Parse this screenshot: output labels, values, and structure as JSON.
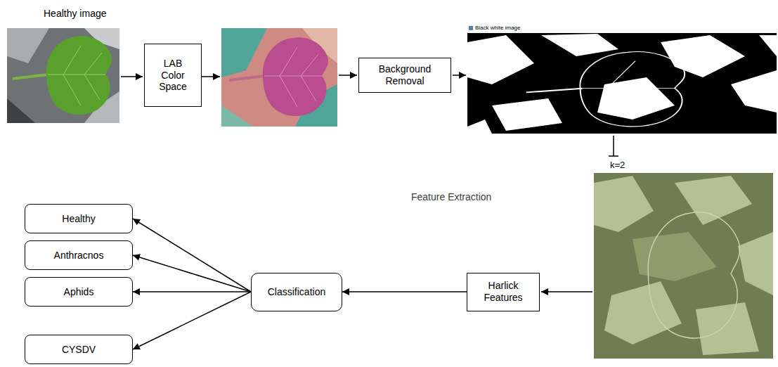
{
  "diagram": {
    "nodes": [
      {
        "text": [
          "LAB Color Space"
        ]
      },
      {
        "text": [
          "Background Removal"
        ]
      },
      {
        "text": [
          "Harlick Features"
        ]
      },
      {
        "text": [
          "Classification"
        ]
      },
      {
        "text": [
          "Healthy"
        ]
      },
      {
        "text": [
          "Anthracnos"
        ]
      },
      {
        "text": [
          "Aphids"
        ]
      },
      {
        "text": [
          "CYSDV"
        ]
      }
    ],
    "edges": [
      {
        "from": 2,
        "to": 3,
        "arrow": "to"
      },
      {
        "from": 3,
        "to": 4,
        "arrow": "to"
      },
      {
        "from": 3,
        "to": 5,
        "arrow": "to"
      },
      {
        "from": 3,
        "to": 6,
        "arrow": "to"
      },
      {
        "from": 3,
        "to": 7,
        "arrow": "to"
      }
    ],
    "labels": [
      "Healthy image",
      "Black white image",
      "Feature Extraction",
      "k=2"
    ]
  }
}
